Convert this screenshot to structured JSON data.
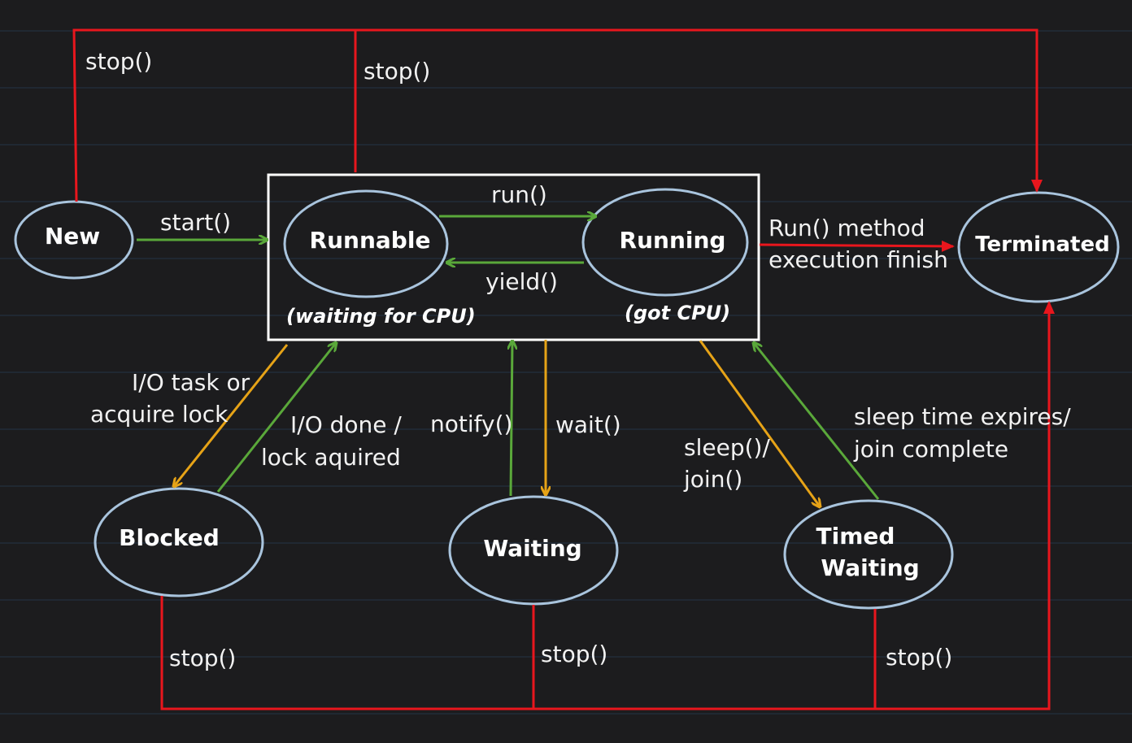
{
  "states": {
    "new": "New",
    "runnable": "Runnable",
    "running": "Running",
    "terminated": "Terminated",
    "blocked": "Blocked",
    "waiting": "Waiting",
    "timed_waiting_1": "Timed",
    "timed_waiting_2": "Waiting"
  },
  "notes": {
    "runnable": "(waiting for CPU)",
    "running": "(got CPU)"
  },
  "transitions": {
    "stop_new": "stop()",
    "stop_runnable": "stop()",
    "start": "start()",
    "run": "run()",
    "yield": "yield()",
    "run_finish_1": "Run() method",
    "run_finish_2": "execution finish",
    "io_task_1": "I/O task or",
    "io_task_2": "acquire lock",
    "io_done_1": "I/O done /",
    "io_done_2": "lock aquired",
    "notify": "notify()",
    "wait": "wait()",
    "sleep_1": "sleep()/",
    "sleep_2": "join()",
    "sleep_expires_1": "sleep time expires/",
    "sleep_expires_2": "join complete",
    "stop_blocked": "stop()",
    "stop_waiting": "stop()",
    "stop_timed": "stop()"
  },
  "colors": {
    "background": "#1c1c1e",
    "grid_line": "#243447",
    "ellipse_stroke": "#a9c4dd",
    "box_stroke": "#ffffff",
    "stop_arrow": "#e8161d",
    "green_arrow": "#5aa83a",
    "orange_arrow": "#e6a317"
  }
}
